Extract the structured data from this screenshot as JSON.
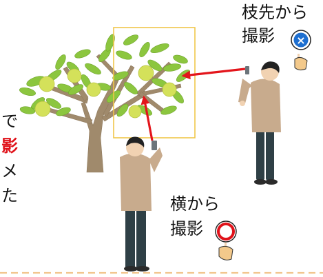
{
  "labels": {
    "tip_shot_line1": "枝先から",
    "tip_shot_line2": "撮影",
    "side_shot_line1": "横から",
    "side_shot_line2": "撮影",
    "cut_text_line1": "で",
    "cut_text_line2": "影",
    "cut_text_line3": "メ",
    "cut_text_line4": "た"
  },
  "marks": {
    "wrong": "×",
    "correct": "○"
  },
  "colors": {
    "frame": "#f0c64a",
    "arrow": "#e3151b",
    "leaf": "#8cc63f",
    "apple": "#d4e15a",
    "trunk": "#a08a6c",
    "sweater": "#c8ab8d",
    "pants": "#2f4046",
    "dashed_line": "#f2c48c",
    "badge_blue": "#1e6fd0",
    "badge_red": "#e0121a"
  }
}
